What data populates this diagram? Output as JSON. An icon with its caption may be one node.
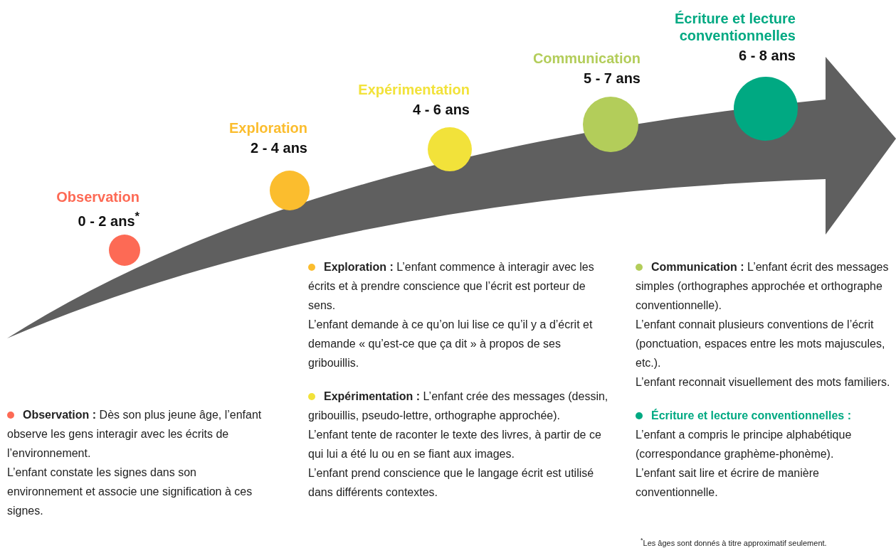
{
  "diagram": {
    "nodes": [
      {
        "text": [],
        "shape": "circle",
        "beside": [
          "Observation",
          "0 - 2 ans$^{*}$"
        ]
      },
      {
        "text": [],
        "shape": "circle",
        "beside": [
          "Exploration",
          "2 - 4 ans"
        ]
      },
      {
        "text": [],
        "shape": "circle",
        "beside": [
          "Expérimentation",
          "4 - 6 ans"
        ]
      },
      {
        "text": [],
        "shape": "circle",
        "beside": [
          "Communication",
          "5 - 7 ans"
        ]
      },
      {
        "text": [],
        "shape": "circle",
        "beside": [
          "Écriture et lecture conventionnelles",
          "6 - 8 ans"
        ]
      }
    ],
    "labels": [
      "**Exploration :** L’enfant commence à interagir avec les écrits et à prendre conscience que l’écrit est porteur de sens.",
      "L’enfant demande à ce qu’on lui lise ce qu’il y a d’écrit et demande « qu’est-ce que ça dit » à propos de ses gribouillis.",
      "**Expérimentation :** L’enfant crée des messages (dessin, gribouillis, pseudo-lettre, orthographe approchée).",
      "L’enfant tente de raconter le texte des livres, à partir de ce qui lui a été lu ou en se fiant aux images.",
      "L’enfant prend conscience que le langage écrit est utilisé dans différents contextes.",
      "**Communication :** L’enfant écrit des messages simples (orthographes approchée et orthographe conventionnelle).",
      "L’enfant connait plusieurs conventions de l’écrit (ponctuation, espaces entre les mots majuscules, etc.).",
      "L’enfant reconnait visuellement des mots familiers.",
      "Écriture et lecture conventionnelles :",
      "L’enfant a compris le principe alphabétique (correspondance graphème-phonème).",
      "L’enfant sait lire et écrire de manière conventionnelle.",
      "**Observation :** Dès son plus jeune âge, l’enfant observe les gens interagir avec les écrits de l’environnement.",
      "L’enfant constate les signes dans son environnement et associe une signification à ces signes.",
      "$^{*}$Les âges sont donnés à titre approximatif seulement."
    ]
  }
}
